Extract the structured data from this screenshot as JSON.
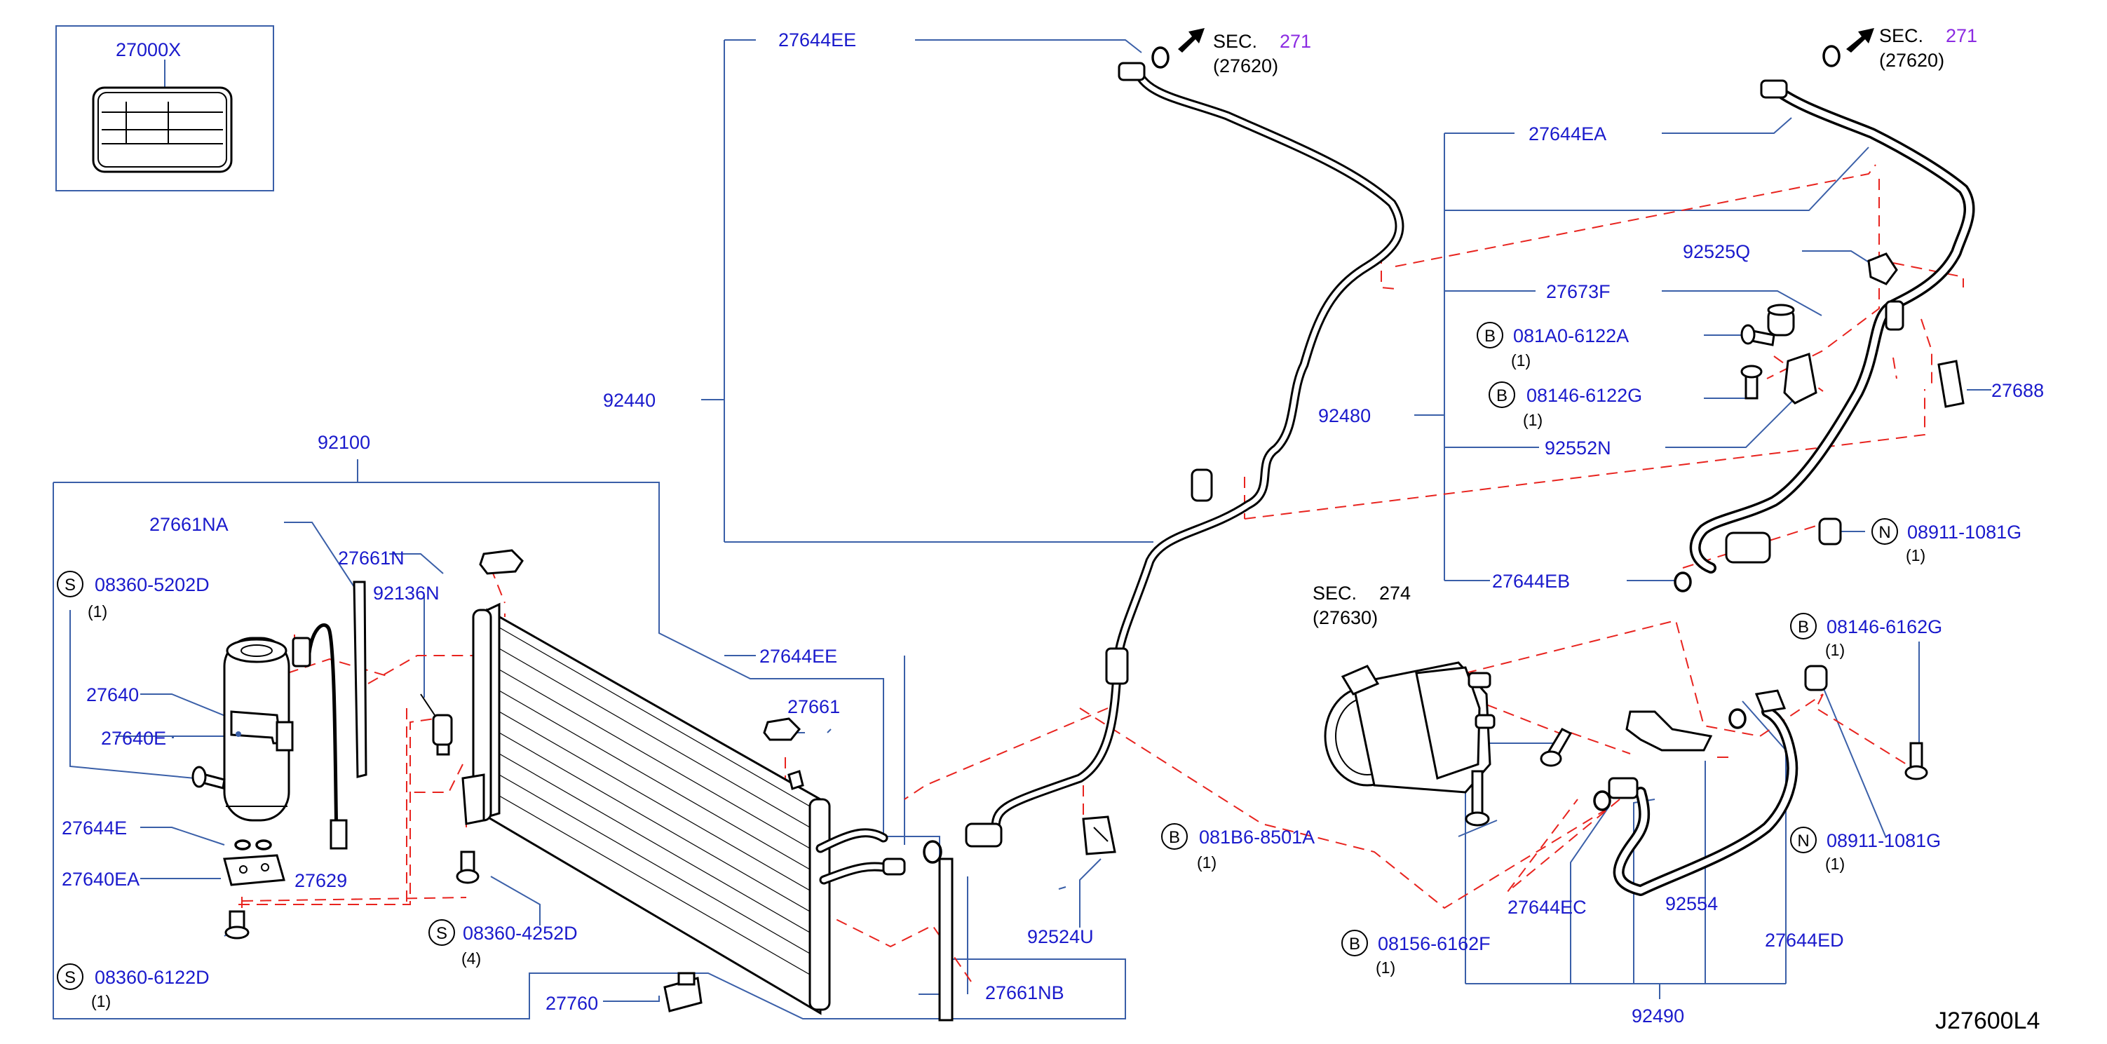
{
  "diagram_code": "J27600L4",
  "sec_refs": [
    {
      "prefix": "SEC.",
      "number": "271",
      "ref": "(27620)"
    },
    {
      "prefix": "SEC.",
      "number": "271",
      "ref": "(27620)"
    },
    {
      "prefix": "SEC.",
      "number": "274",
      "ref": "(27630)"
    }
  ],
  "labels": {
    "l27000X": "27000X",
    "l92100": "92100",
    "l27661NA": "27661NA",
    "l27661N": "27661N",
    "l92136N": "92136N",
    "l27640": "27640",
    "l27640E": "27640E",
    "l27644E": "27644E",
    "l27640EA": "27640EA",
    "l27629": "27629",
    "l27661": "27661",
    "l27760": "27760",
    "l27661NB": "27661NB",
    "l92440": "92440",
    "l27644EE_top": "27644EE",
    "l27644EE_mid": "27644EE",
    "l92524U": "92524U",
    "l27644EA": "27644EA",
    "l92525Q": "92525Q",
    "l27673F": "27673F",
    "l92480": "92480",
    "l92552N": "92552N",
    "l27688": "27688",
    "l27644EB": "27644EB",
    "l27644EC": "27644EC",
    "l92554": "92554",
    "l27644ED": "27644ED",
    "l92490": "92490"
  },
  "fasteners": {
    "s_083605202D": {
      "prefix": "S",
      "part": "08360-5202D",
      "qty": "(1)"
    },
    "s_083604252D": {
      "prefix": "S",
      "part": "08360-4252D",
      "qty": "(4)"
    },
    "s_083606122D": {
      "prefix": "S",
      "part": "08360-6122D",
      "qty": "(1)"
    },
    "b_081A06122A": {
      "prefix": "B",
      "part": "081A0-6122A",
      "qty": "(1)"
    },
    "b_081466122G": {
      "prefix": "B",
      "part": "08146-6122G",
      "qty": "(1)"
    },
    "n_089111081G_a": {
      "prefix": "N",
      "part": "08911-1081G",
      "qty": "(1)"
    },
    "b_081466162G": {
      "prefix": "B",
      "part": "08146-6162G",
      "qty": "(1)"
    },
    "b_081B68501A": {
      "prefix": "B",
      "part": "081B6-8501A",
      "qty": "(1)"
    },
    "n_089111081G_b": {
      "prefix": "N",
      "part": "08911-1081G",
      "qty": "(1)"
    },
    "b_081566162F": {
      "prefix": "B",
      "part": "08156-6162F",
      "qty": "(1)"
    }
  },
  "colors": {
    "part_number": "#1a1acc",
    "leader": "#3a5fa8",
    "dashed_ref": "#e8231e",
    "sec_number": "#8b2be2"
  }
}
